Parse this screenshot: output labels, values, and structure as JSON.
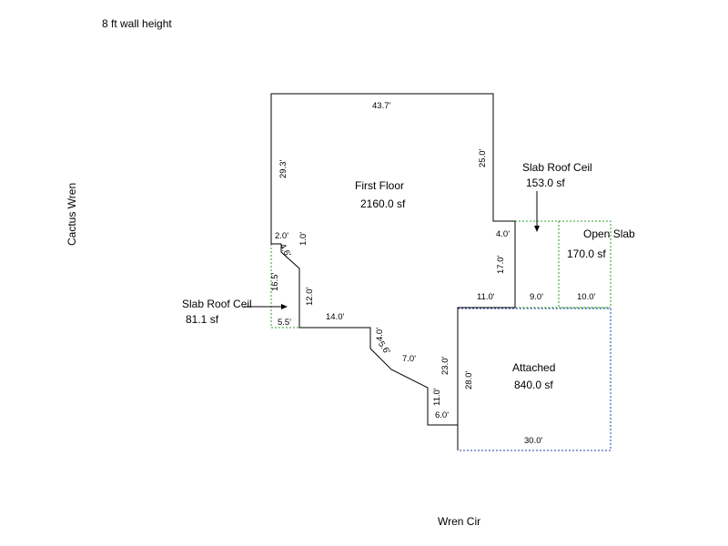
{
  "header": {
    "wall_height": "8 ft wall height"
  },
  "streets": {
    "left": "Cactus Wren",
    "bottom": "Wren Cir"
  },
  "areas": {
    "first_floor": {
      "name": "First Floor",
      "size": "2160.0 sf"
    },
    "attached": {
      "name": "Attached",
      "size": "840.0 sf"
    },
    "open_slab": {
      "name": "Open Slab",
      "size": "170.0 sf"
    },
    "slab_roof_right": {
      "name": "Slab Roof Ceil",
      "size": "153.0 sf"
    },
    "slab_roof_left": {
      "name": "Slab Roof Ceil",
      "size": "81.1 sf"
    }
  },
  "dimensions": {
    "top": "43.7'",
    "left_upper": "29.3'",
    "right_upper": "25.0'",
    "notch_top": "2.0'",
    "notch_diag": "4.6'",
    "notch_side": "1.0'",
    "left_lower": "16.5'",
    "inner_left": "12.0'",
    "bottom_left": "5.5'",
    "mid_bottom": "14.0'",
    "step_side": "4.0'",
    "step_diag": "5.6'",
    "step_bottom": "7.0'",
    "lower_side": "23.0'",
    "lower_left": "11.0'",
    "lower_bottom": "6.0'",
    "ledge": "4.0'",
    "right_mid": "17.0'",
    "bottom_11": "11.0'",
    "bottom_9": "9.0'",
    "bottom_10": "10.0'",
    "attached_left": "28.0'",
    "attached_bottom": "30.0'"
  },
  "colors": {
    "line": "#000000",
    "dotted_green": "#2f9e2f",
    "dotted_blue": "#1f3fa8"
  }
}
